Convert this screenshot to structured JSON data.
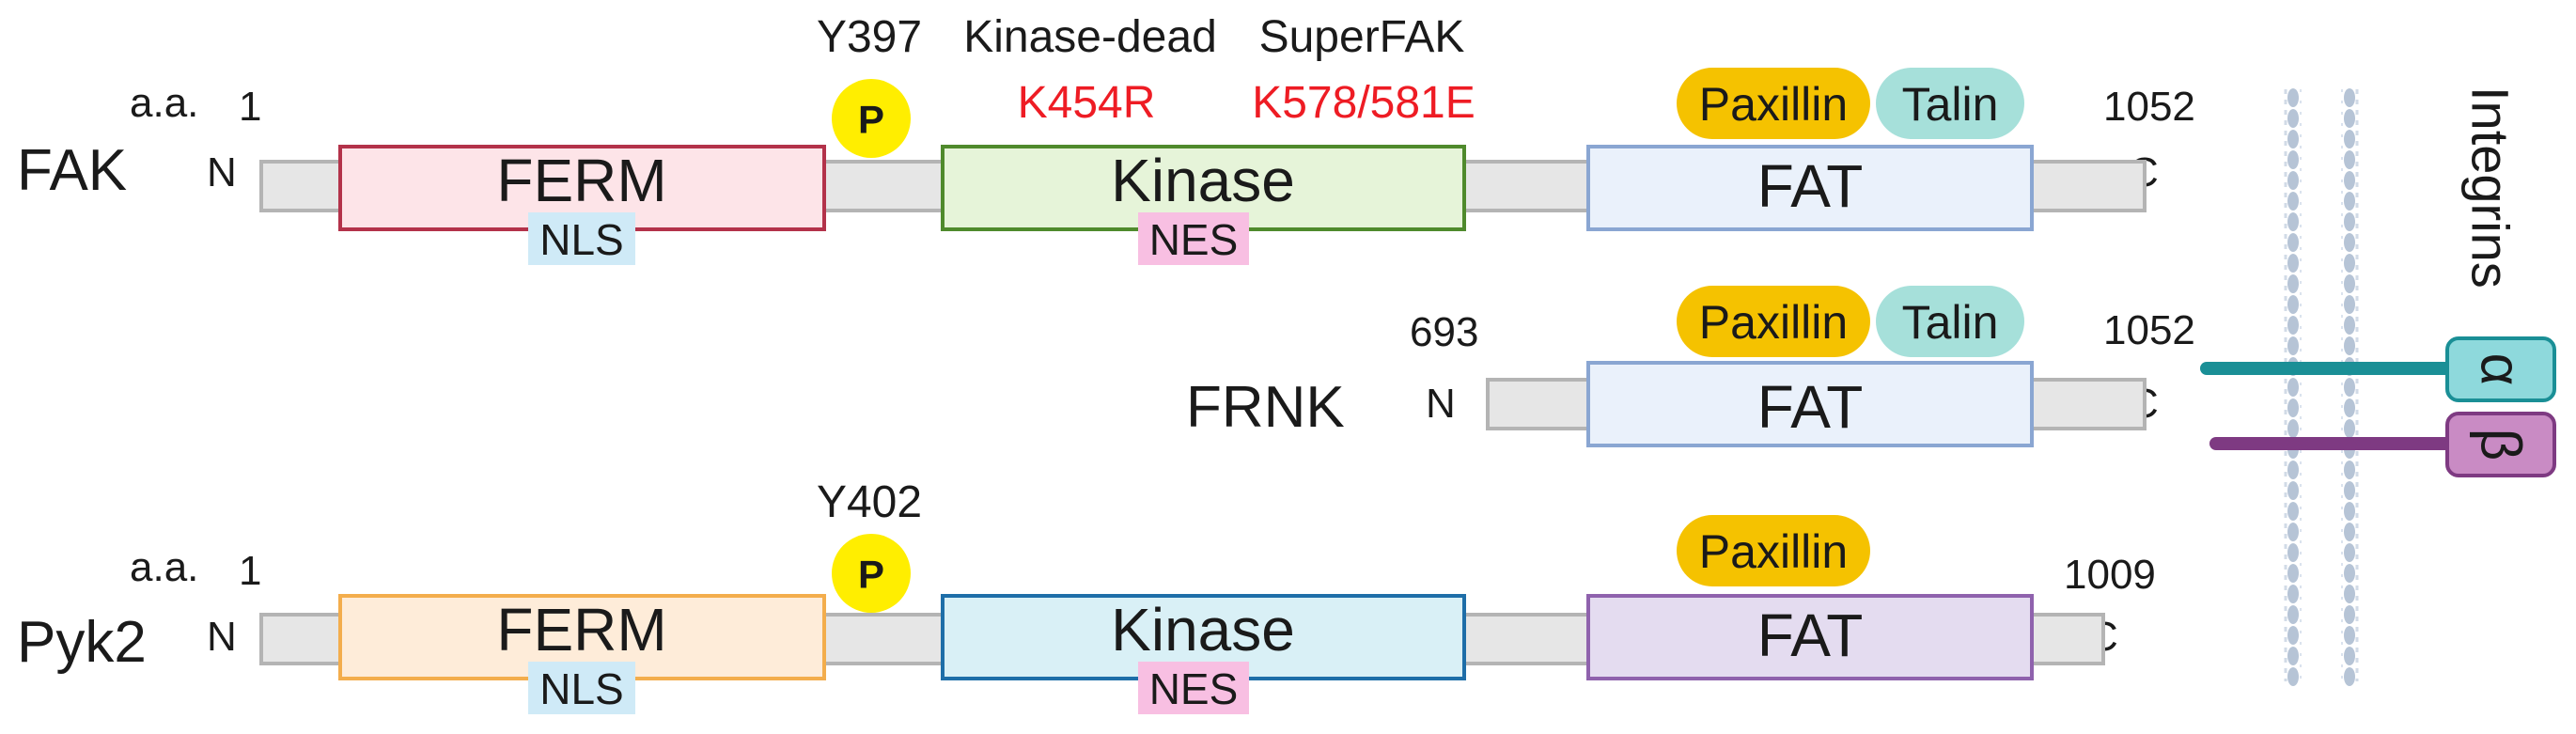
{
  "colors": {
    "backbone_fill": "#e6e6e6",
    "backbone_stroke": "#b4b4b4",
    "fak_ferm_fill": "#fde4e8",
    "fak_ferm_stroke": "#b3324a",
    "fak_kinase_fill": "#e6f4d9",
    "fak_kinase_stroke": "#4f8a2c",
    "fat_fill": "#eaf1fb",
    "fat_stroke": "#8aa6d2",
    "pyk2_ferm_fill": "#feecd9",
    "pyk2_ferm_stroke": "#f3ad4c",
    "pyk2_kinase_fill": "#d9f0f6",
    "pyk2_kinase_stroke": "#1e6ea8",
    "pyk2_fat_fill": "#e4dcf0",
    "pyk2_fat_stroke": "#8f62ad",
    "nls_fill": "#cfeaf7",
    "nes_fill": "#f8bfe2",
    "paxillin_fill": "#f5c200",
    "talin_fill": "#a6e0da",
    "phospho_fill": "#ffee00",
    "mutation_text": "#ee1c24",
    "alpha_fill": "#8ed9dc",
    "alpha_stroke": "#1a8f96",
    "beta_fill": "#c98bc4",
    "beta_stroke": "#7e3a82",
    "membrane": "#b6c4d6"
  },
  "fak": {
    "label": "FAK",
    "aa_label": "a.a.",
    "start": "1",
    "end": "1052",
    "n_term": "N",
    "c_term": "C",
    "ferm": "FERM",
    "nls": "NLS",
    "kinase": "Kinase",
    "nes": "NES",
    "fat": "FAT",
    "phospho_site": "Y397",
    "phospho_glyph": "P",
    "kinase_dead_label": "Kinase-dead",
    "kinase_dead_mutation": "K454R",
    "superfak_label": "SuperFAK",
    "superfak_mutation": "K578/581E",
    "partner_1": "Paxillin",
    "partner_2": "Talin"
  },
  "frnk": {
    "label": "FRNK",
    "start": "693",
    "end": "1052",
    "n_term": "N",
    "c_term": "C",
    "fat": "FAT",
    "partner_1": "Paxillin",
    "partner_2": "Talin"
  },
  "pyk2": {
    "label": "Pyk2",
    "aa_label": "a.a.",
    "start": "1",
    "end": "1009",
    "n_term": "N",
    "c_term": "C",
    "ferm": "FERM",
    "nls": "NLS",
    "kinase": "Kinase",
    "nes": "NES",
    "fat": "FAT",
    "phospho_site": "Y402",
    "phospho_glyph": "P",
    "partner_1": "Paxillin"
  },
  "integrins": {
    "label": "Integrins",
    "alpha": "α",
    "beta": "β"
  }
}
